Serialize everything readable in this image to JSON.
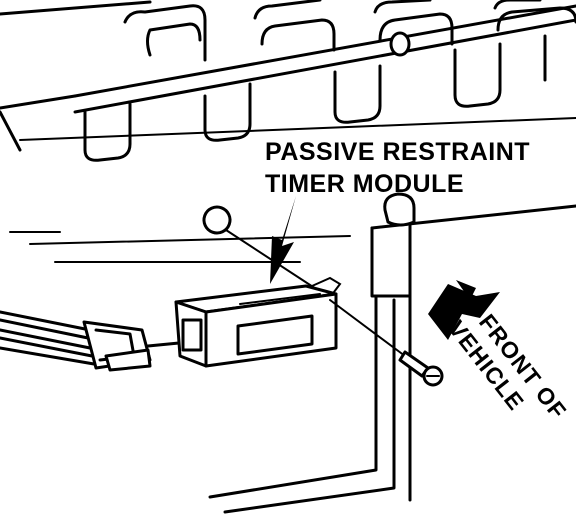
{
  "callout": {
    "line1": "PASSIVE RESTRAINT",
    "line2": "TIMER MODULE"
  },
  "direction": {
    "line1": "FRONT OF",
    "line2": "VEHICLE"
  }
}
